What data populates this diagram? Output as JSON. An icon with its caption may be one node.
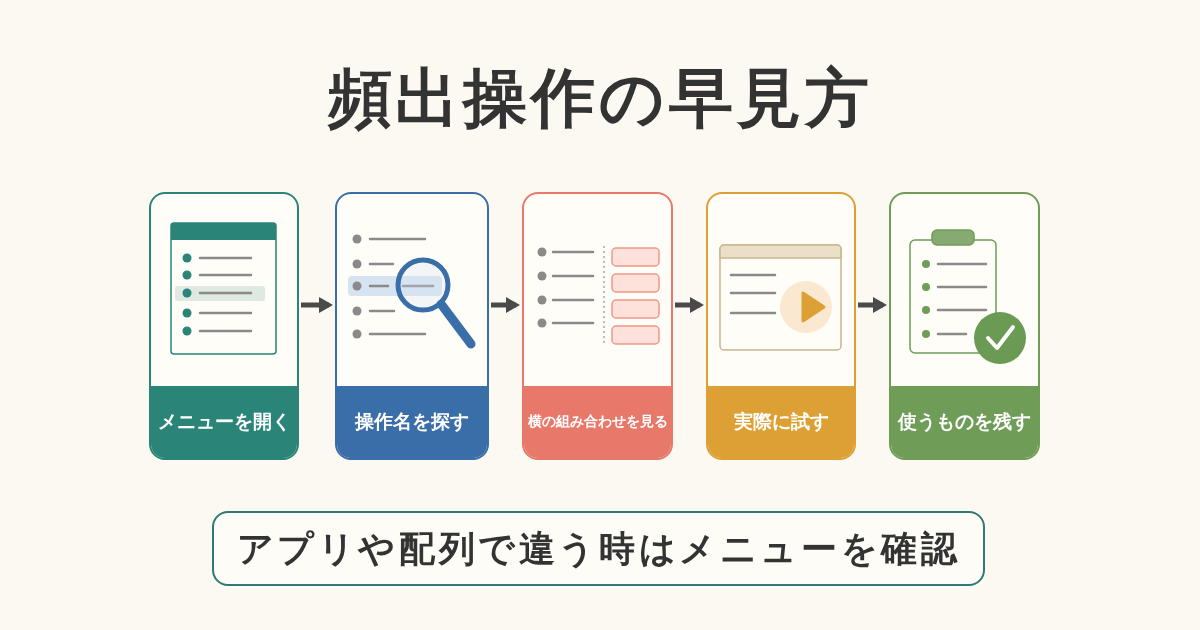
{
  "diagram": {
    "title": "頻出操作の早見方",
    "nodes": [
      {
        "text": [
          "メニューを開く"
        ]
      },
      {
        "text": [
          "操作名を探す"
        ]
      },
      {
        "text": [
          "横の組み合わせを見る"
        ]
      },
      {
        "text": [
          "実際に試す"
        ]
      },
      {
        "text": [
          "使うものを残す"
        ]
      },
      {
        "text": [
          "アプリや配列で違う時はメニューを確認"
        ]
      }
    ],
    "edges": [
      {
        "from": 0,
        "to": 1,
        "arrow": "to"
      },
      {
        "from": 1,
        "to": 2,
        "arrow": "to"
      },
      {
        "from": 2,
        "to": 3,
        "arrow": "to"
      },
      {
        "from": 3,
        "to": 4,
        "arrow": "to"
      }
    ]
  }
}
